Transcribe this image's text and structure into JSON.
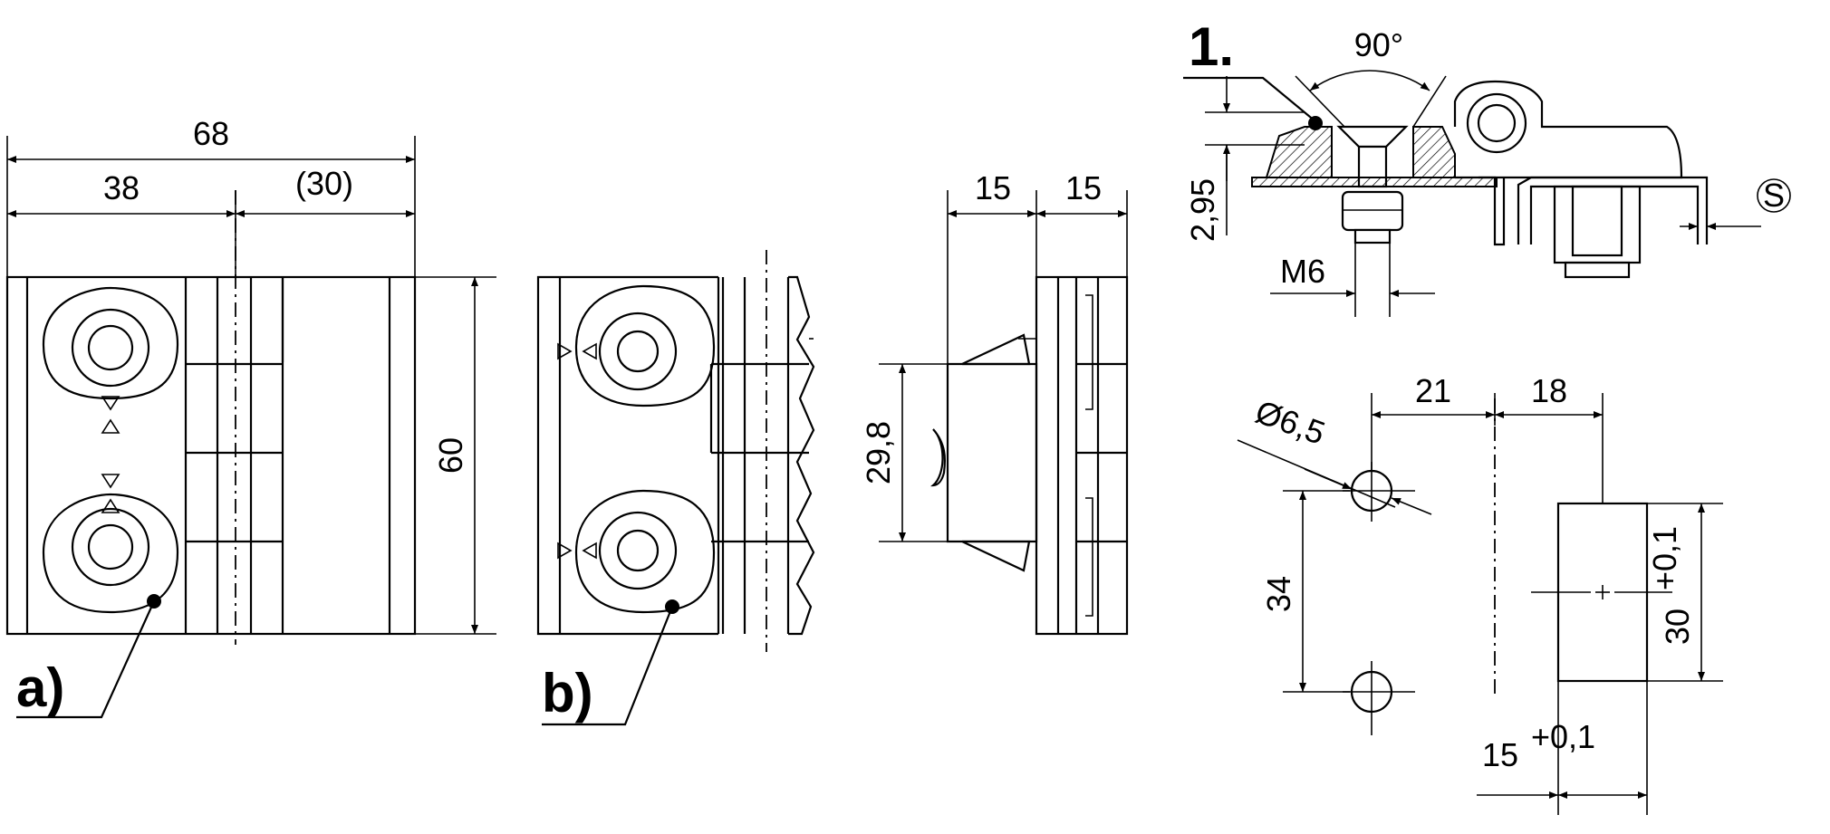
{
  "views": {
    "a": {
      "label": "a)"
    },
    "b": {
      "label": "b)"
    },
    "detail": {
      "label": "1."
    }
  },
  "dimensions": {
    "width_total": "68",
    "width_left": "38",
    "width_right": "(30)",
    "height": "60",
    "side_left": "15",
    "side_right": "15",
    "side_height": "29,8",
    "angle": "90°",
    "plate": "2,95",
    "thread": "M6",
    "hole_dia": "Ø6,5",
    "hole_x": "21",
    "hole_y": "18",
    "hole_pitch": "34",
    "cutout_h": "30",
    "cutout_h_tol": "+0,1",
    "cutout_w": "15",
    "cutout_w_tol": "+0,1",
    "sheet_thickness_symbol": "S"
  }
}
